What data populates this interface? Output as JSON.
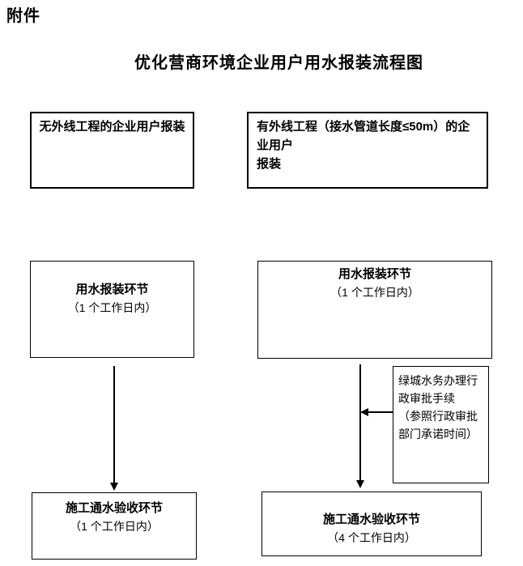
{
  "page": {
    "attachment_label": "附件",
    "title": "优化营商环境企业用户用水报装流程图"
  },
  "flowchart": {
    "left": {
      "start": "无外线工程的企业用户报装",
      "step1_title": "用水报装环节",
      "step1_duration": "（1 个工作日内）",
      "step2_title": "施工通水验收环节",
      "step2_duration": "（1 个工作日内）"
    },
    "right": {
      "start_line1": "有外线工程（接水管道长度≤50m）的企业用户",
      "start_line2": "报装",
      "step1_title": "用水报装环节",
      "step1_duration": "（1 个工作日内）",
      "side_lines": [
        "绿城水务办理行",
        "政审批手续",
        "（参照行政审批",
        "部门承诺时间）"
      ],
      "step2_title": "施工通水验收环节",
      "step2_duration": "（4 个工作日内）"
    },
    "colors": {
      "line": "#000000",
      "text": "#000000",
      "background": "#ffffff"
    }
  }
}
